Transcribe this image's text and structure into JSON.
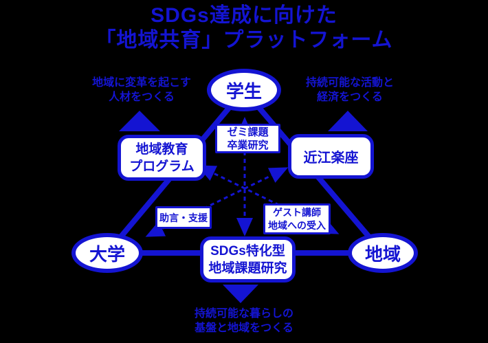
{
  "colors": {
    "background": "#000000",
    "accent_blue": "#1414d2",
    "box_fill": "#ffffff"
  },
  "title": {
    "line1": "SDGs達成に向けた",
    "line2": "「地域共育」プラットフォーム"
  },
  "nodes": {
    "students": {
      "label": "学生"
    },
    "university": {
      "label": "大学"
    },
    "region": {
      "label": "地域"
    }
  },
  "boxes": {
    "seminar": {
      "line1": "ゼミ課題",
      "line2": "卒業研究"
    },
    "education_program": {
      "line1": "地域教育",
      "line2": "プログラム"
    },
    "omi_gakuza": {
      "label": "近江楽座"
    },
    "advice": {
      "label": "助言・支援"
    },
    "guest": {
      "line1": "ゲスト講師",
      "line2": "地域への受入"
    },
    "sdgs_research": {
      "line1": "SDGs特化型",
      "line2": "地域課題研究"
    }
  },
  "annotations": {
    "top_left": {
      "line1": "地域に変革を起こす",
      "line2": "人材をつくる"
    },
    "top_right": {
      "line1": "持続可能な活動と",
      "line2": "経済をつくる"
    },
    "bottom": {
      "line1": "持続可能な暮らしの",
      "line2": "基盤と地域をつくる"
    }
  }
}
